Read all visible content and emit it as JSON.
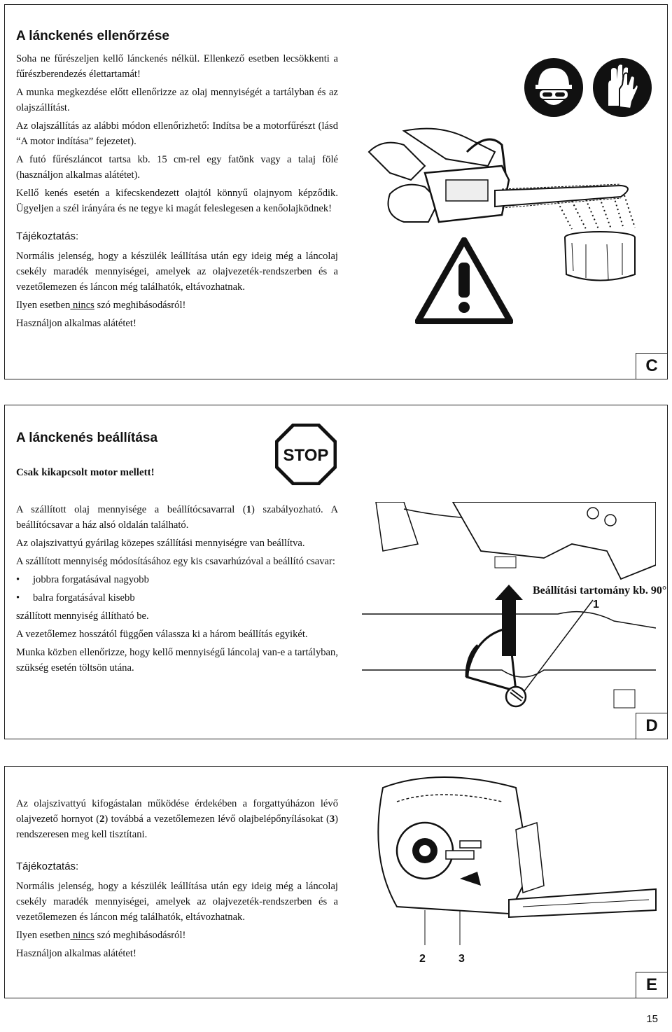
{
  "section_c": {
    "title": "A lánckenés ellenőrzése",
    "para1": "Soha ne fűrészeljen kellő lánckenés nélkül. Ellenkező esetben lecsökkenti a fűrészberendezés élettartamát!",
    "para2": "A munka megkezdése előtt ellenőrizze az olaj mennyiségét a tartályban és az olajszállítást.",
    "para3": "Az olajszállítás az alábbi módon ellenőrizhető: Indítsa be a motorfűrészt (lásd “A motor indítása” fejezetet).",
    "para4": "A futó fűrészláncot tartsa kb. 15 cm-rel egy fatönk vagy a talaj fölé (használjon alkalmas alátétet).",
    "para5": "Kellő kenés esetén a kifecskendezett olajtól könnyű olajnyom képződik. Ügyeljen a szél irányára és ne tegye ki magát feleslegesen a kenőolajködnek!",
    "note_title": "Tájékoztatás:",
    "note_text": "Normális jelenség, hogy a készülék leállítása után egy ideig még a láncolaj csekély maradék mennyiségei, amelyek az olajvezeték-rendszerben és a vezetőlemezen és láncon még találhatók, eltávozhatnak.",
    "note_line_pre": "Ilyen esetben",
    "note_line_u": " nincs",
    "note_line_post": " szó meghibásodásról!",
    "note_final": "Használjon alkalmas alátétet!",
    "letter": "C"
  },
  "section_d": {
    "title": "A lánckenés beállítása",
    "stop_label": "STOP",
    "warning": "Csak kikapcsolt motor mellett!",
    "para1_pre": "A szállított olaj mennyisége a beállítócsavarral (",
    "para1_num": "1",
    "para1_post": ") szabályozható. A beállítócsavar a ház alsó oldalán található.",
    "para2": "Az olajszivattyú gyárilag közepes szállítási mennyiségre van beállítva.",
    "para3": "A szállított mennyiség módosításához egy kis csavarhúzóval a beállító csavar:",
    "bullets": [
      "jobbra forgatásával nagyobb",
      "balra forgatásával kisebb"
    ],
    "bullet_mark": "•",
    "para4": "szállított mennyiség állítható be.",
    "para5": "A vezetőlemez hosszától függően válassza ki a három beállítás egyikét.",
    "para6": "Munka közben ellenőrizze, hogy kellő mennyiségű láncolaj van-e a tartályban, szükség esetén töltsön utána.",
    "range_label": "Beállítási tartomány kb. 90°",
    "callout_1": "1",
    "letter": "D"
  },
  "section_e": {
    "para1_a": "Az olajszivattyú kifogástalan működése érdekében a forgattyúházon lévő olajvezető hornyot (",
    "para1_n2": "2",
    "para1_b": ") továbbá a vezetőlemezen lévő olajbelépőnyílásokat (",
    "para1_n3": "3",
    "para1_c": ") rendszeresen meg kell tisztítani.",
    "note_title": "Tájékoztatás:",
    "note_text": "Normális jelenség, hogy a készülék leállítása után egy ideig még a láncolaj csekély maradék mennyiségei, amelyek az olajvezeték-rendszerben és a vezetőlemezen és láncon még találhatók, eltávozhatnak.",
    "note_line_pre": "Ilyen esetben",
    "note_line_u": " nincs",
    "note_line_post": " szó meghibásodásról!",
    "note_final": "Használjon alkalmas alátétet!",
    "callout_2": "2",
    "callout_3": "3",
    "letter": "E"
  },
  "page_number": "15"
}
